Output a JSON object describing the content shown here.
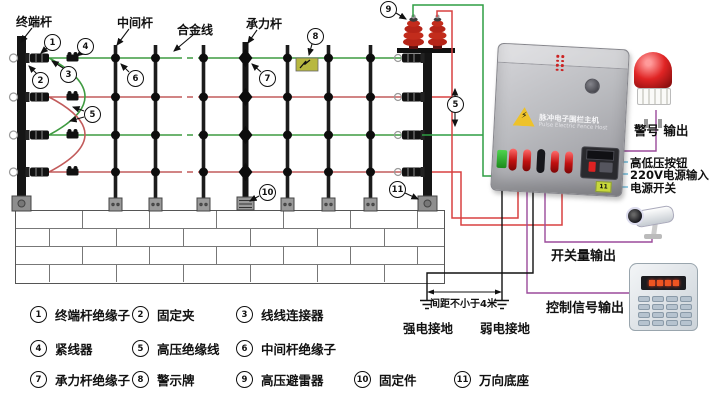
{
  "fence": {
    "pole_labels": [
      {
        "label": "终端杆"
      },
      {
        "label": "中间杆"
      },
      {
        "label": "合金线"
      },
      {
        "label": "承力杆"
      }
    ],
    "callouts": [
      "1",
      "2",
      "3",
      "4",
      "5",
      "6",
      "7",
      "8",
      "9",
      "10",
      "11"
    ],
    "wire_green": "#3f9b41",
    "wire_red": "#c25b5b",
    "signal_purple": "#9b4a9b",
    "pointer_blue": "#5bb3d8"
  },
  "host_box": {
    "title_cn": "脉冲电子围栏主机",
    "title_en": "Pulse Electric Fence Host",
    "tag": "11"
  },
  "outputs": {
    "alarm": "警号 输出",
    "hv_lv_button": "高低压按钮",
    "power_input": "220V电源输入",
    "power_switch": "电源开关",
    "switch_output": "开关量输出",
    "control_signal_output": "控制信号输出"
  },
  "grounding": {
    "strong": "强电接地",
    "weak": "弱电接地",
    "spacing": "间距不小于4米"
  },
  "legend": {
    "items": [
      {
        "num": "1",
        "label": "终端杆绝缘子"
      },
      {
        "num": "2",
        "label": "固定夹"
      },
      {
        "num": "3",
        "label": "线线连接器"
      },
      {
        "num": "4",
        "label": "紧线器"
      },
      {
        "num": "5",
        "label": "高压绝缘线"
      },
      {
        "num": "6",
        "label": "中间杆绝缘子"
      },
      {
        "num": "7",
        "label": "承力杆绝缘子"
      },
      {
        "num": "8",
        "label": "警示牌"
      },
      {
        "num": "9",
        "label": "高压避雷器"
      },
      {
        "num": "10",
        "label": "固定件"
      },
      {
        "num": "11",
        "label": "万向底座"
      }
    ]
  }
}
